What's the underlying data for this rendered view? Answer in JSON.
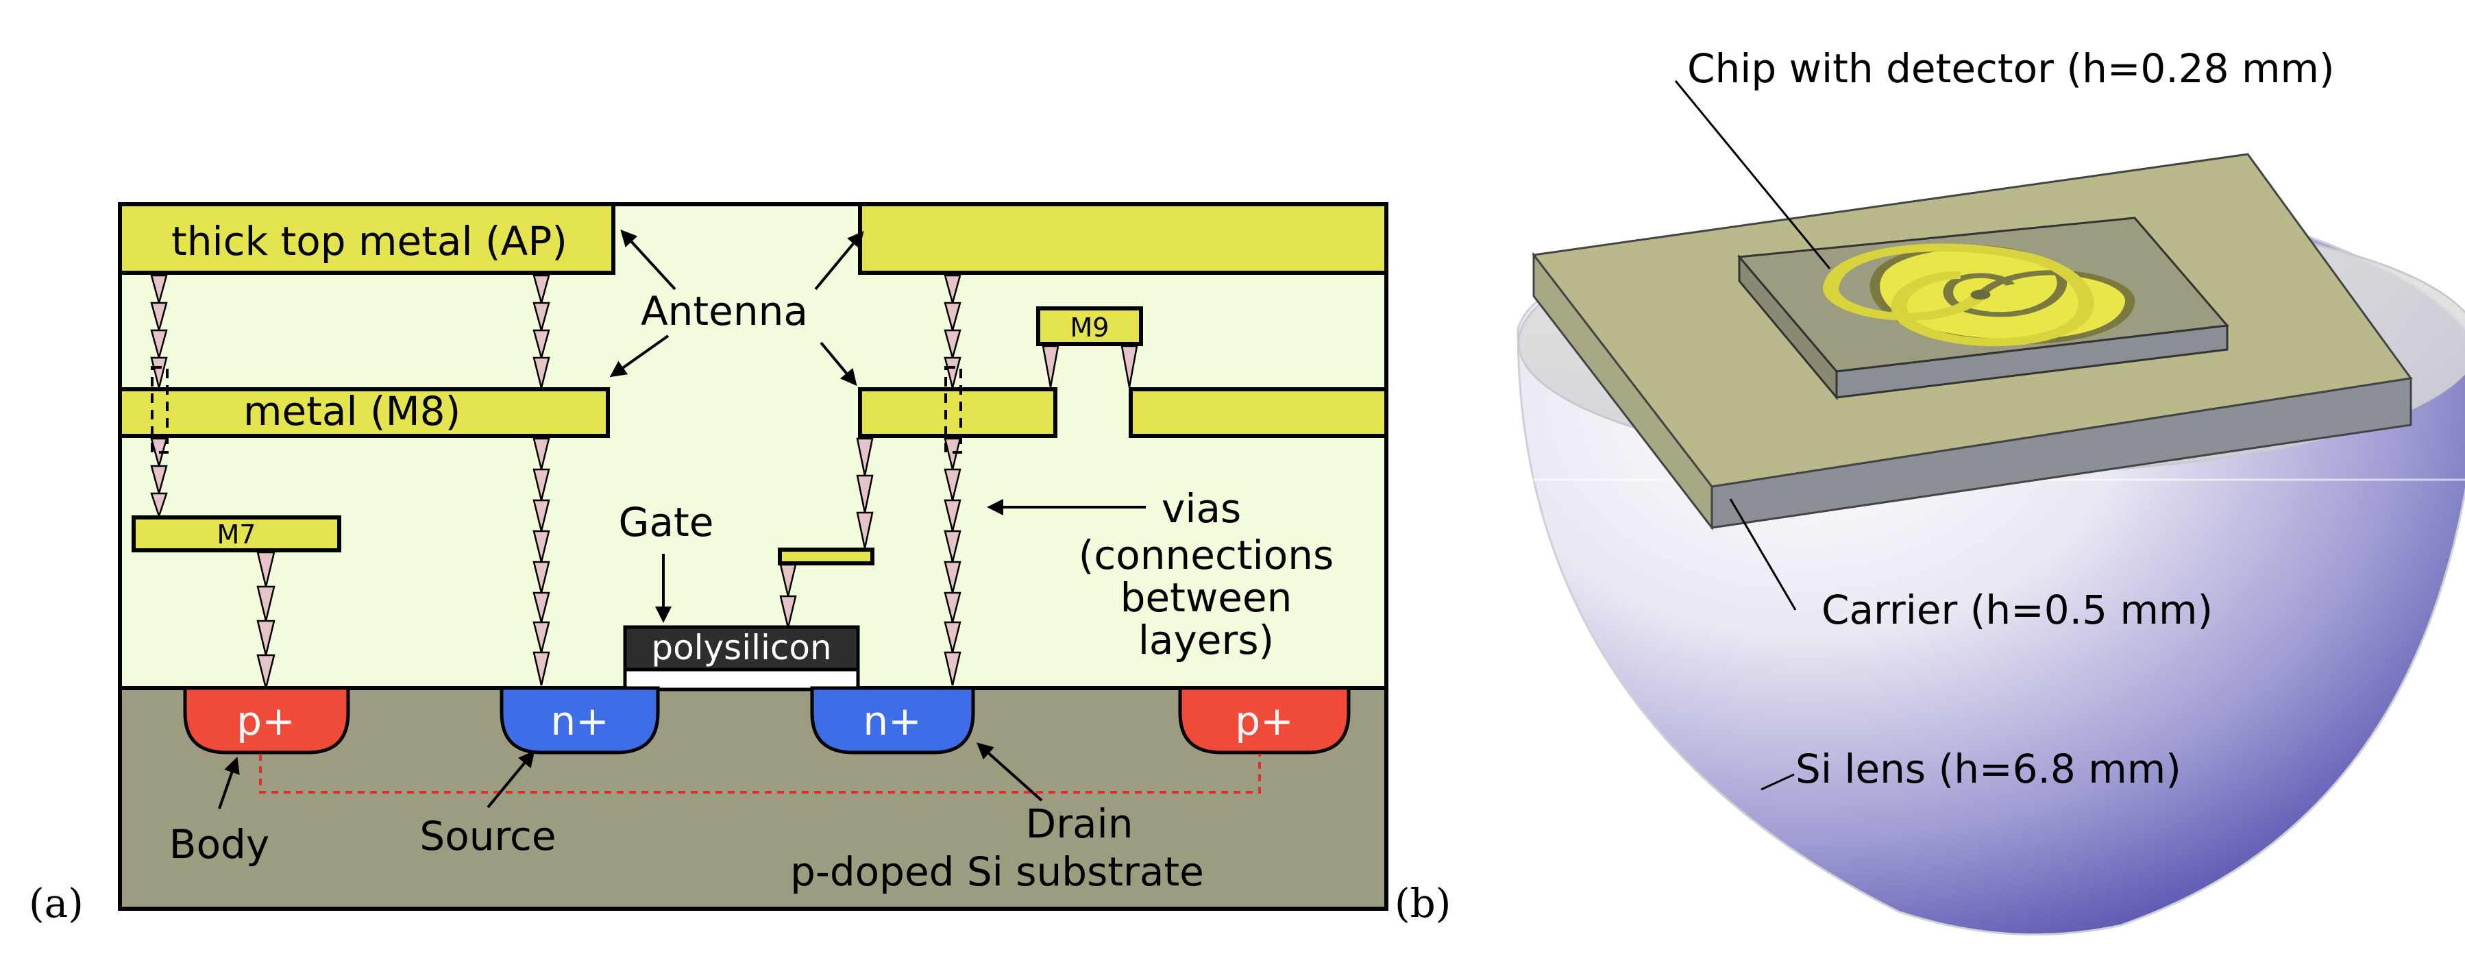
{
  "panel_a": {
    "tag": "(a)",
    "metals": {
      "thick_top": "thick top metal (AP)",
      "m8": "metal (M8)",
      "m7": "M7",
      "m9": "M9"
    },
    "gate_material": "polysilicon",
    "labels": {
      "antenna": "Antenna",
      "gate": "Gate",
      "vias": "vias",
      "vias_desc_1": "(connections",
      "vias_desc_2": "between",
      "vias_desc_3": "layers)",
      "body": "Body",
      "source": "Source",
      "drain": "Drain",
      "substrate": "p-doped Si substrate"
    },
    "wells": {
      "p_left": "p+",
      "n_source": "n+",
      "n_drain": "n+",
      "p_right": "p+"
    }
  },
  "panel_b": {
    "tag": "(b)",
    "chip": "Chip with detector (h=0.28 mm)",
    "carrier": "Carrier (h=0.5 mm)",
    "lens": "Si lens (h=6.8 mm)"
  },
  "colors": {
    "oxide": "#f2fbdc",
    "substrate": "#9e9c80",
    "metal": "#e4e44e",
    "via": "#e5c3c7",
    "p_well": "#f04a38",
    "n_well": "#3d6ee8",
    "poly": "#2e2e2e",
    "lens_dark": "#2d2a9c",
    "carrier": "#b9b98c"
  }
}
